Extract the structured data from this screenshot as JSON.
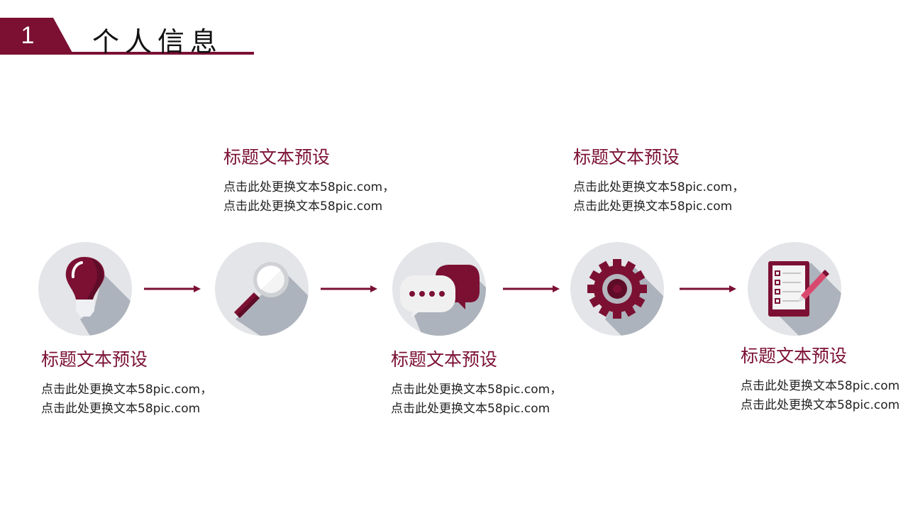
{
  "header": {
    "number": "1",
    "title": "个人信息"
  },
  "colors": {
    "accent": "#7b1033",
    "circle": "#e4e5e8",
    "shadow": "#adb3bc"
  },
  "steps": [
    {
      "icon": "lightbulb-icon",
      "title": "标题文本预设",
      "line1": "点击此处更换文本58pic.com，",
      "line2": "点击此处更换文本58pic.com"
    },
    {
      "icon": "magnifier-icon",
      "title": "标题文本预设",
      "line1": "点击此处更换文本58pic.com，",
      "line2": "点击此处更换文本58pic.com"
    },
    {
      "icon": "chat-bubbles-icon",
      "title": "标题文本预设",
      "line1": "点击此处更换文本58pic.com，",
      "line2": "点击此处更换文本58pic.com"
    },
    {
      "icon": "gear-icon",
      "title": "标题文本预设",
      "line1": "点击此处更换文本58pic.com，",
      "line2": "点击此处更换文本58pic.com"
    },
    {
      "icon": "checklist-pencil-icon",
      "title": "标题文本预设",
      "line1": "点击此处更换文本58pic.com",
      "line2": "点击此处更换文本58pic.com"
    }
  ]
}
